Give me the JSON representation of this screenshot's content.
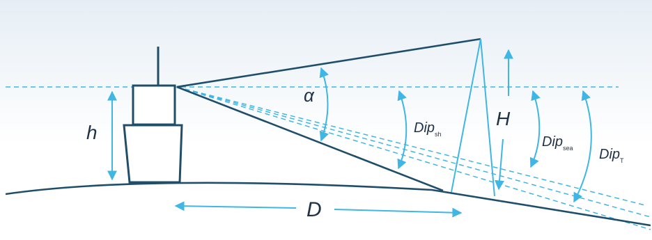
{
  "colors": {
    "background_top": "#e6eef5",
    "background_bottom": "#ffffff",
    "structure": "#1f4e6b",
    "accent": "#3fb6e3",
    "text": "#1f3247"
  },
  "labels": {
    "h": "h",
    "alpha": "α",
    "dip_sh": {
      "main": "Dip",
      "sub": "sh"
    },
    "H": "H",
    "dip_sea": {
      "main": "Dip",
      "sub": "sea"
    },
    "dip_T": {
      "main": "Dip",
      "sub": "T"
    },
    "D": "D"
  }
}
